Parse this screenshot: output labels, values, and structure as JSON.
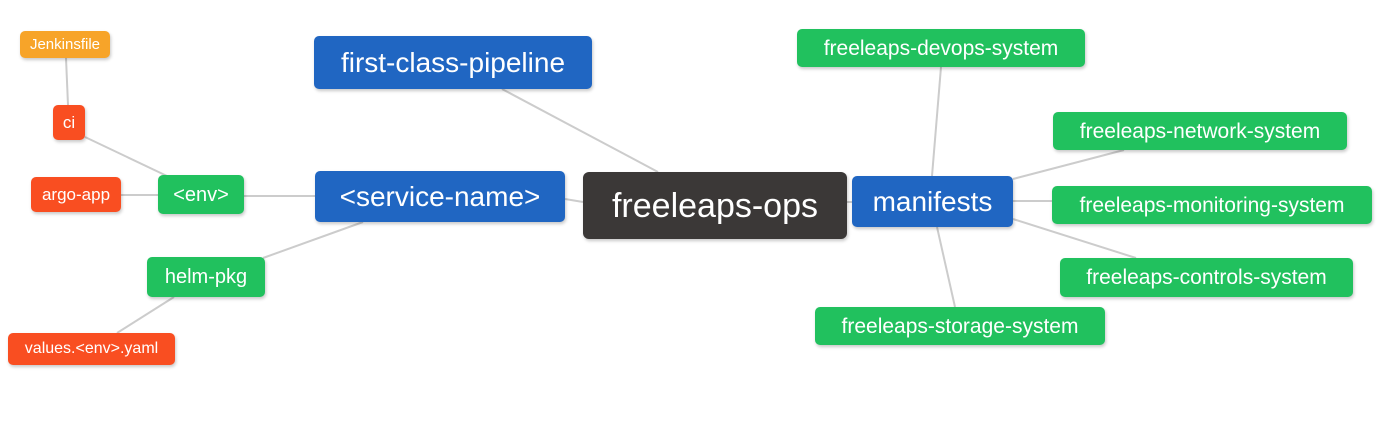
{
  "diagram": {
    "type": "mindmap",
    "root_label": "freeleaps-ops",
    "colors": {
      "root_bg": "#3b3837",
      "branch_bg": "#2066c2",
      "green_bg": "#21c15e",
      "red_bg": "#f94e21",
      "orange_bg": "#f7a429",
      "edge_color": "#cccccc",
      "text_color": "#ffffff"
    },
    "nodes": {
      "freeleaps_ops": {
        "label": "freeleaps-ops",
        "role": "root"
      },
      "first_class_pipeline": {
        "label": "first-class-pipeline",
        "role": "branch"
      },
      "service_name": {
        "label": "<service-name>",
        "role": "branch"
      },
      "manifests": {
        "label": "manifests",
        "role": "branch"
      },
      "env": {
        "label": "<env>",
        "role": "leaf-green"
      },
      "helm_pkg": {
        "label": "helm-pkg",
        "role": "leaf-green"
      },
      "ci": {
        "label": "ci",
        "role": "leaf-red"
      },
      "argo_app": {
        "label": "argo-app",
        "role": "leaf-red"
      },
      "values_env_yaml": {
        "label": "values.<env>.yaml",
        "role": "leaf-red"
      },
      "jenkinsfile": {
        "label": "Jenkinsfile",
        "role": "leaf-orange"
      },
      "devops_system": {
        "label": "freeleaps-devops-system",
        "role": "leaf-green"
      },
      "network_system": {
        "label": "freeleaps-network-system",
        "role": "leaf-green"
      },
      "monitoring_system": {
        "label": "freeleaps-monitoring-system",
        "role": "leaf-green"
      },
      "controls_system": {
        "label": "freeleaps-controls-system",
        "role": "leaf-green"
      },
      "storage_system": {
        "label": "freeleaps-storage-system",
        "role": "leaf-green"
      }
    },
    "edges": [
      [
        "jenkinsfile",
        "ci"
      ],
      [
        "ci",
        "env"
      ],
      [
        "argo_app",
        "env"
      ],
      [
        "env",
        "service_name"
      ],
      [
        "values_env_yaml",
        "helm_pkg"
      ],
      [
        "helm_pkg",
        "service_name"
      ],
      [
        "first_class_pipeline",
        "freeleaps_ops"
      ],
      [
        "service_name",
        "freeleaps_ops"
      ],
      [
        "freeleaps_ops",
        "manifests"
      ],
      [
        "manifests",
        "devops_system"
      ],
      [
        "manifests",
        "network_system"
      ],
      [
        "manifests",
        "monitoring_system"
      ],
      [
        "manifests",
        "controls_system"
      ],
      [
        "manifests",
        "storage_system"
      ]
    ]
  }
}
